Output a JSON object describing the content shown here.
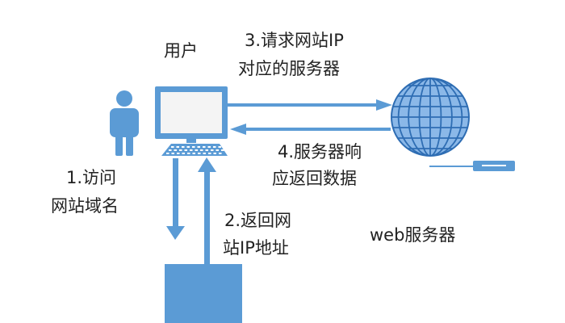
{
  "colors": {
    "accent": "#5b9bd5",
    "accent_light": "#8bb8e8",
    "accent_dark": "#2e6db3",
    "text": "#222222",
    "monitor_screen": "#f4f4f4"
  },
  "icons": {
    "user": "person-icon",
    "computer": "computer-icon",
    "keyboard": "keyboard-icon",
    "globe": "globe-icon",
    "server": "server-icon",
    "dns": "dns-server-box"
  },
  "labels": {
    "user": "用户",
    "step1_line1": "1.访问",
    "step1_line2": "网站域名",
    "step2_line1": "2.返回网",
    "step2_line2": "站IP地址",
    "step3_line1": "3.请求网站IP",
    "step3_line2": "对应的服务器",
    "step4_line1": "4.服务器响",
    "step4_line2": "应返回数据",
    "web_server": "web服务器"
  }
}
